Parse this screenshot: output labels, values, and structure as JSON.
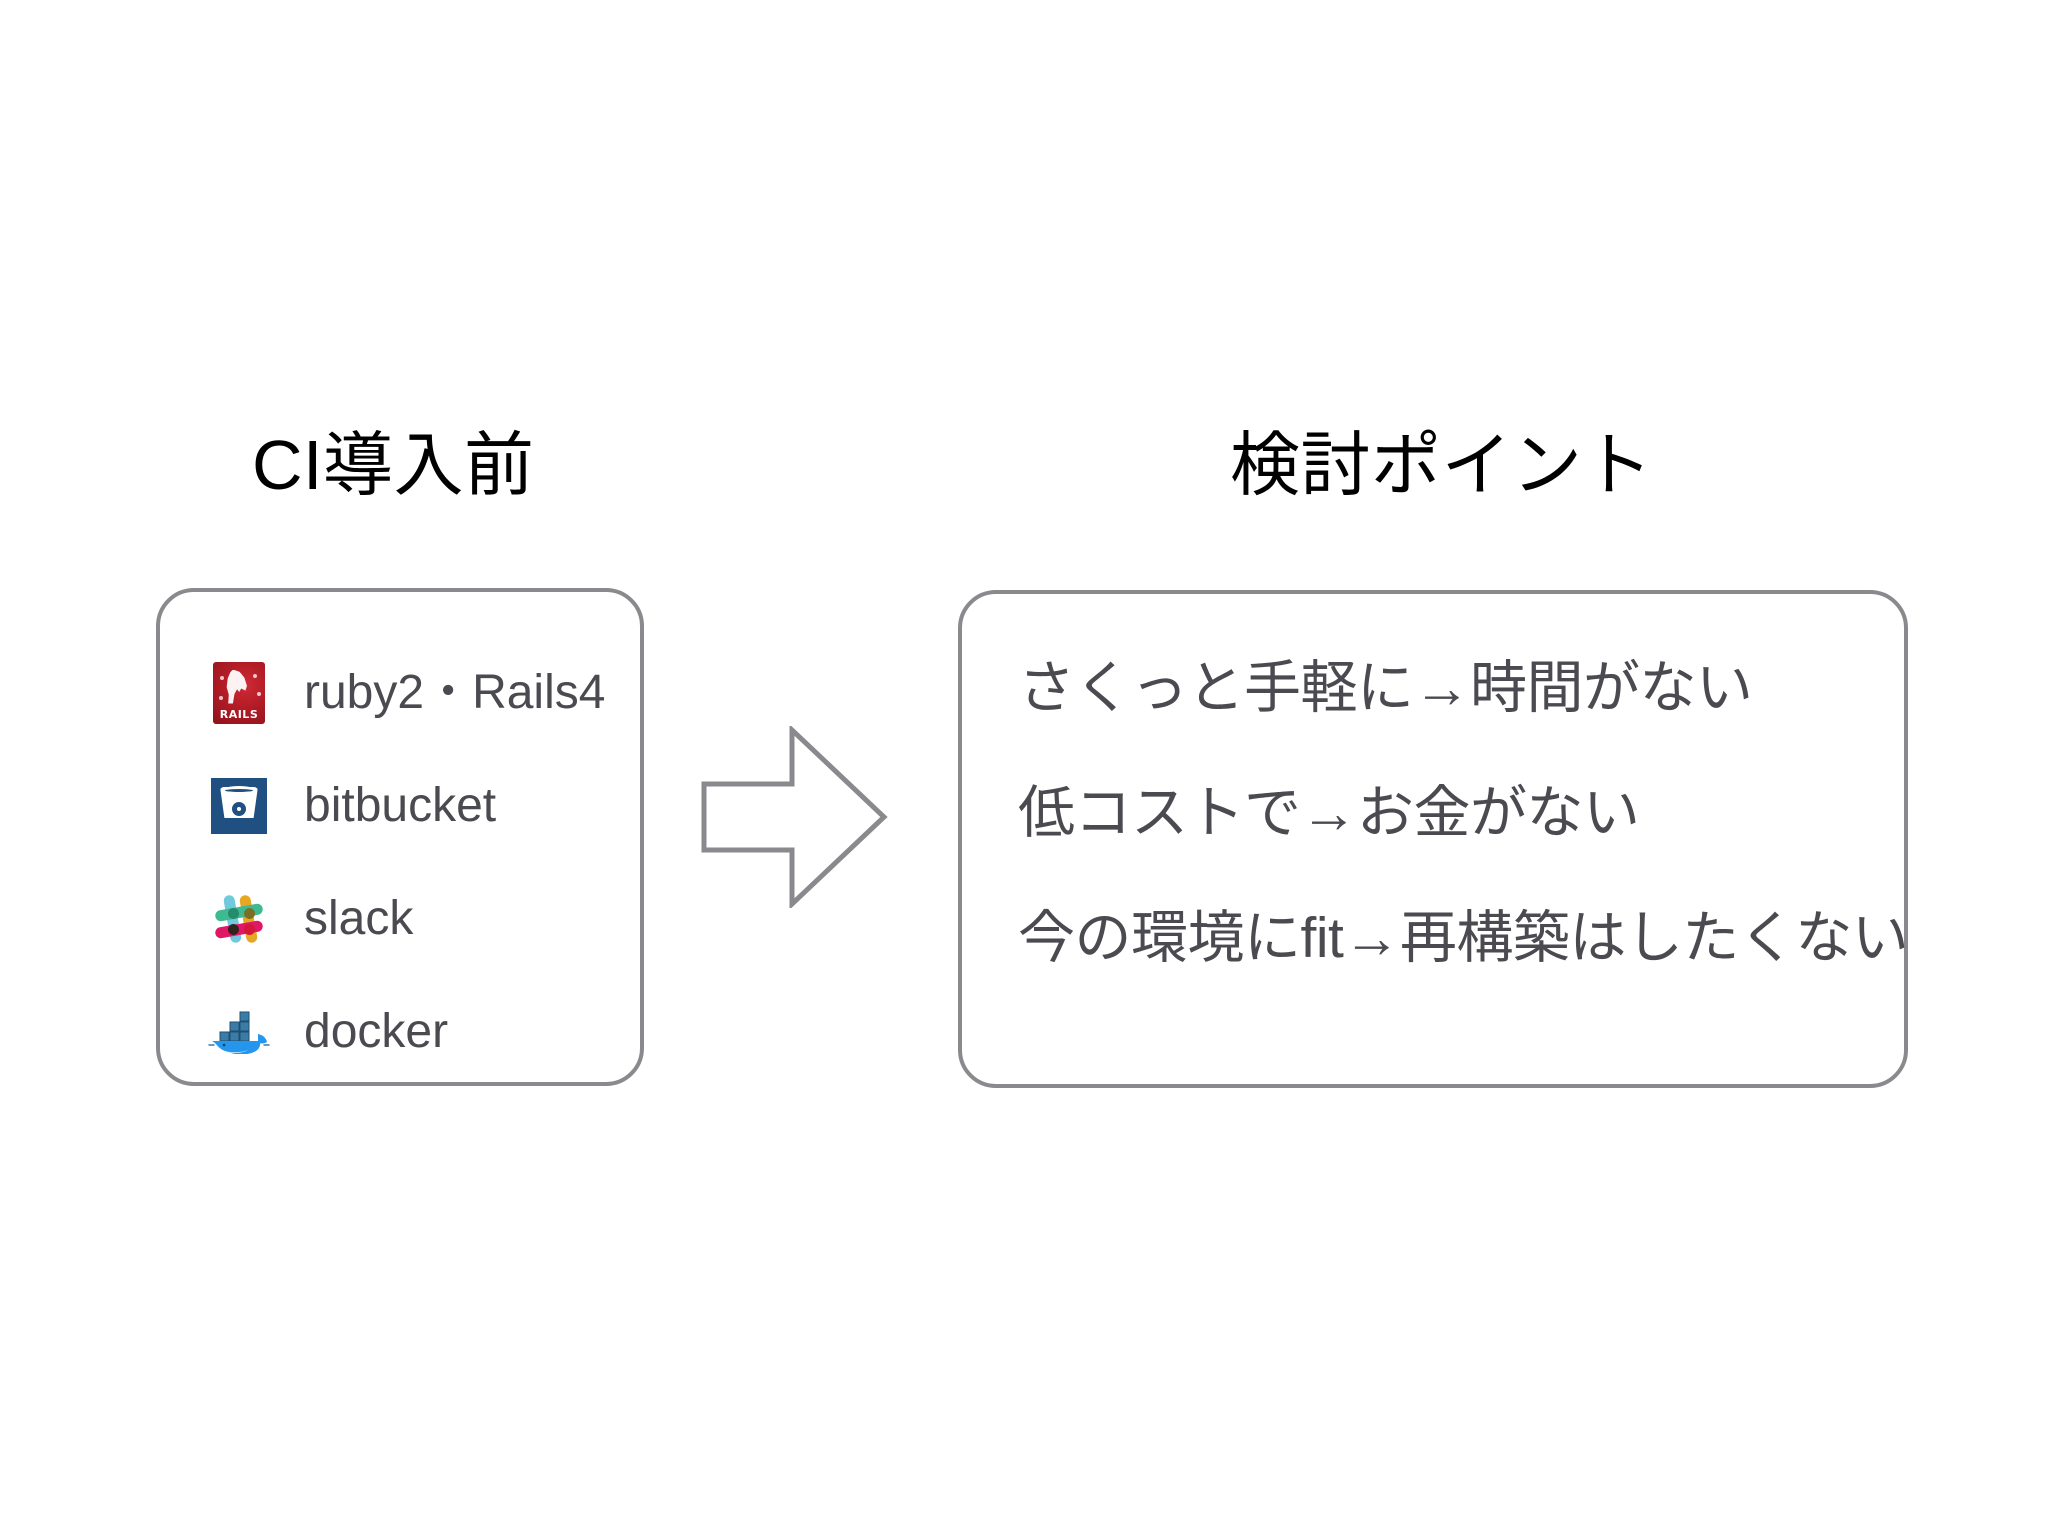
{
  "slide": {
    "background_color": "#ffffff",
    "outline_color": "#8a8a8e",
    "text_color": "#4a4a50",
    "heading_color": "#000000"
  },
  "left_panel": {
    "heading": "CI導入前",
    "items": [
      {
        "icon": "rails-logo-icon",
        "label": "ruby2・Rails4"
      },
      {
        "icon": "bitbucket-logo-icon",
        "label": "bitbucket"
      },
      {
        "icon": "slack-logo-icon",
        "label": "slack"
      },
      {
        "icon": "docker-logo-icon",
        "label": "docker"
      }
    ]
  },
  "flow": {
    "arrow_icon": "right-block-arrow-icon",
    "arrow_color": "#8a8a8e"
  },
  "right_panel": {
    "heading": "検討ポイント",
    "lines": [
      "さくっと手軽に→時間がない",
      "低コストで→お金がない",
      "今の環境にfit→再構築はしたくない"
    ]
  },
  "logos": {
    "rails_wordmark": "RAILS",
    "rails_color": "#b21c26",
    "bitbucket_color": "#205081",
    "slack_colors": [
      "#3eb991",
      "#e01765",
      "#70cadb",
      "#e8a723"
    ],
    "docker_color": "#2496ed"
  }
}
